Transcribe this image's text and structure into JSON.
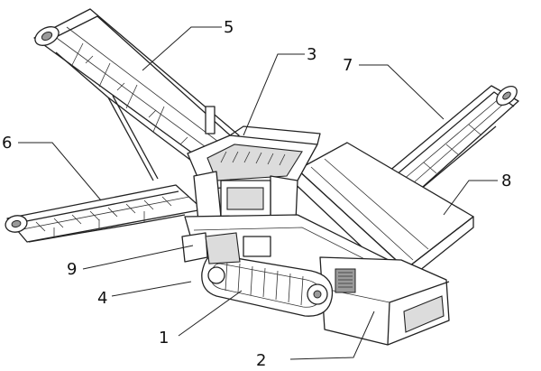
{
  "labels": {
    "l1": "1",
    "l2": "2",
    "l3": "3",
    "l4": "4",
    "l5": "5",
    "l6": "6",
    "l7": "7",
    "l8": "8",
    "l9": "9"
  },
  "colors": {
    "ink": "#222222",
    "shade": "#dcdcdc",
    "background": "#ffffff"
  }
}
